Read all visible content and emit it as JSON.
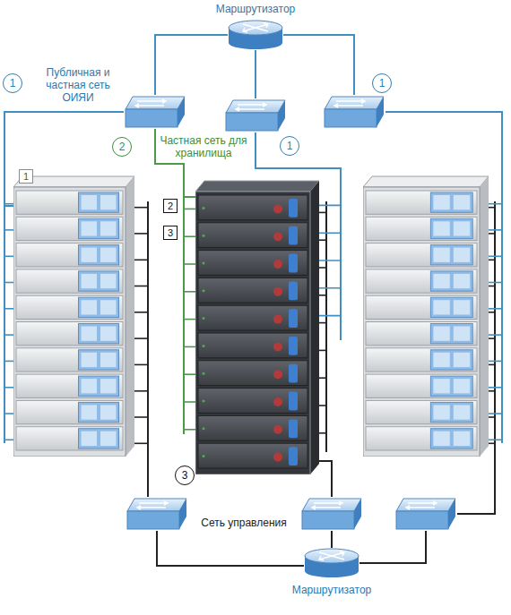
{
  "diagram": {
    "nodes": [
      {
        "text": [
          "Маршрутизатор"
        ]
      },
      {
        "text": [
          "Публичная и частная сеть ОИЯИ"
        ]
      },
      {
        "text": [
          "1"
        ]
      },
      {
        "text": [
          "2",
          "3"
        ]
      },
      {
        "text": [
          "Сеть управления"
        ]
      },
      {
        "text": [
          "Маршрутизатор"
        ]
      }
    ],
    "edges": [
      {
        "from": 0,
        "to": 1,
        "arrow": "none"
      },
      {
        "from": 1,
        "to": 2,
        "arrow": "none"
      },
      {
        "from": 1,
        "to": 3,
        "arrow": "none"
      },
      {
        "from": 4,
        "to": 3,
        "arrow": "none"
      },
      {
        "from": 4,
        "to": 5,
        "arrow": "none"
      }
    ],
    "labels": [
      "1",
      "2",
      "1",
      "1",
      "3",
      "Частная сеть для хранилища"
    ]
  }
}
